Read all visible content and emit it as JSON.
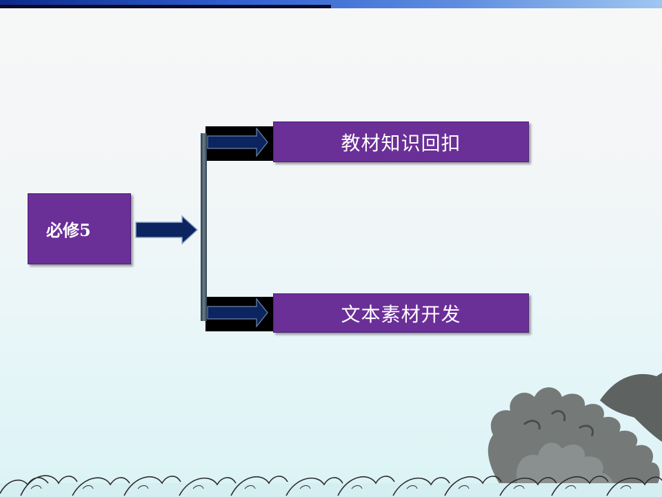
{
  "slide": {
    "main_label": "必修5",
    "topics": [
      {
        "label": "教材知识回扣"
      },
      {
        "label": "文本素材开发"
      }
    ]
  },
  "colors": {
    "box_purple": "#6b2f98",
    "arrow_navy": "#0c2560",
    "top_bar_blue": "#1f4fc0"
  }
}
